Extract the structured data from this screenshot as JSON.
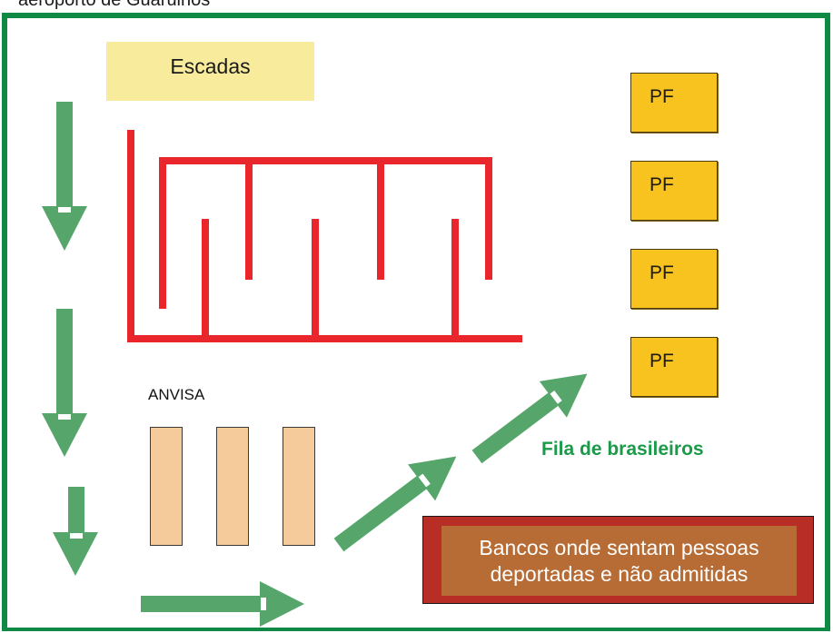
{
  "caption": "aeroporto de Guarulhos",
  "colors": {
    "frame": "#0f8a45",
    "arrows": "#56a66b",
    "barriers": "#e8262c",
    "escadas_box": "#f8ec9c",
    "pf_box": "#f9c31f",
    "anvisa_desk": "#f5cb9c",
    "bancos_outer": "#b82e26",
    "bancos_inner": "#b86c35",
    "fila_text": "#1b9a4a"
  },
  "escadas": {
    "label": "Escadas"
  },
  "pf_booths": [
    "PF",
    "PF",
    "PF",
    "PF"
  ],
  "anvisa": {
    "label": "ANVISA",
    "desk_count": 3
  },
  "fila": {
    "label": "Fila de brasileiros"
  },
  "bancos": {
    "label": "Bancos onde sentam pessoas deportadas e não admitidas"
  },
  "icons": [
    "arrow-down-icon",
    "arrow-right-icon",
    "arrow-diagonal-icon"
  ]
}
